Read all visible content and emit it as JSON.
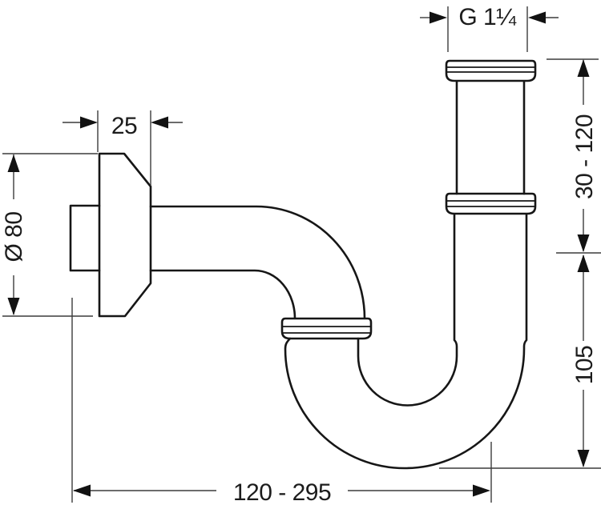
{
  "drawing": {
    "title": "Pipe trap technical drawing",
    "type": "dimensioned line drawing",
    "dimensions": {
      "thread_size": "G 1¼",
      "flange_depth": "25",
      "flange_diameter": "Ø 80",
      "inlet_adjust_range": "30 - 120",
      "trap_depth": "105",
      "wall_distance_range": "120 - 295"
    },
    "colors": {
      "object_line": "#161616",
      "dimension_line": "#3c3c3c",
      "background": "#ffffff"
    }
  }
}
